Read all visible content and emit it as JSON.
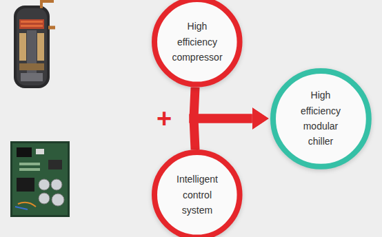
{
  "diagram": {
    "nodes": [
      {
        "text": [
          "High efficiency compressor"
        ]
      },
      {
        "text": [
          "Intelligent control system"
        ]
      },
      {
        "text": [
          "High efficiency modular chiller"
        ]
      }
    ],
    "edges": [
      {
        "from": 0,
        "to": 2,
        "arrow": "to"
      },
      {
        "from": 1,
        "to": 2,
        "arrow": "to"
      }
    ],
    "labels": [
      "+"
    ]
  }
}
